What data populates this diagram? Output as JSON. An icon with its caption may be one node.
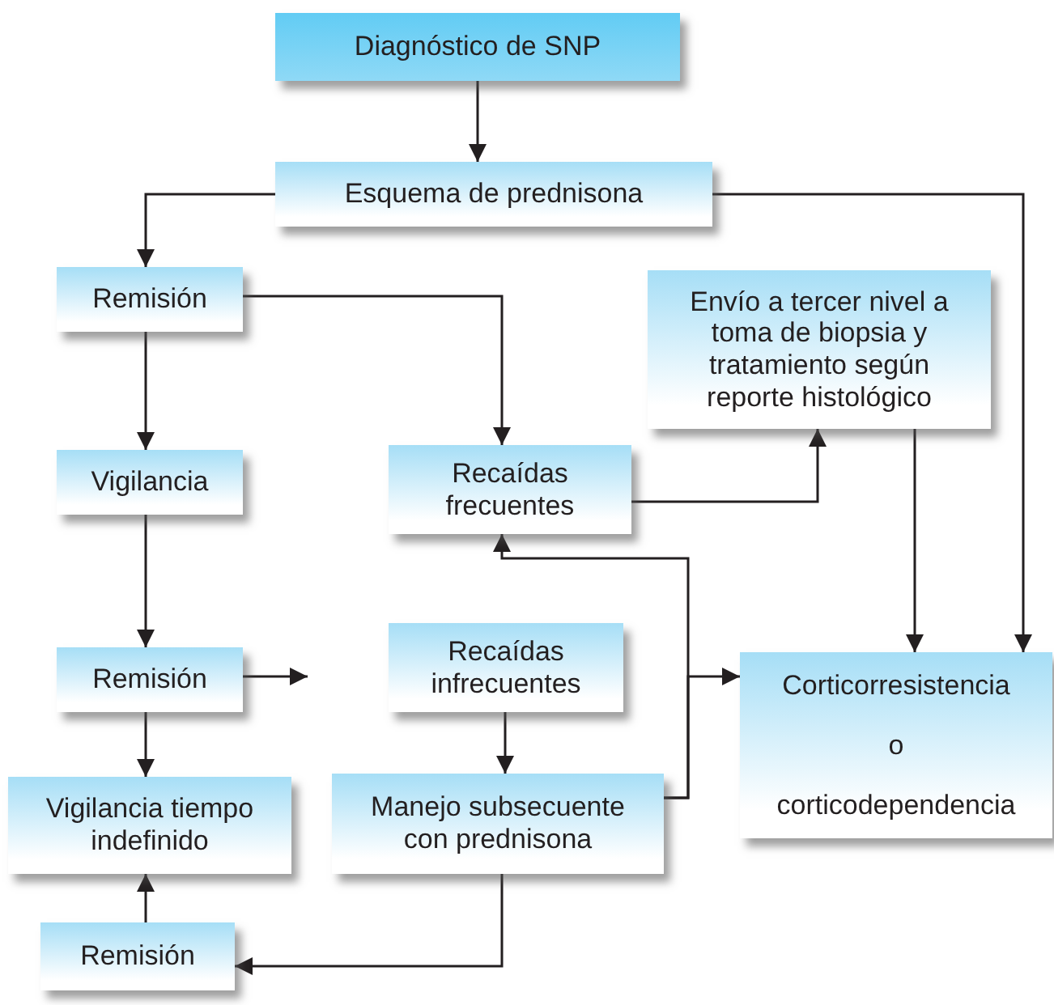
{
  "diagram": {
    "nodes": [
      {
        "text": [
          "Diagnóstico de SNP"
        ]
      },
      {
        "text": [
          "Esquema de prednisona"
        ]
      },
      {
        "text": [
          "Remisión"
        ]
      },
      {
        "text": [
          "Envío a tercer nivel a toma de biopsia y tratamiento según reporte histológico"
        ]
      },
      {
        "text": [
          "Vigilancia"
        ]
      },
      {
        "text": [
          "Recaídas frecuentes"
        ]
      },
      {
        "text": [
          "Remisión"
        ]
      },
      {
        "text": [
          "Recaídas infrecuentes"
        ]
      },
      {
        "text": [
          "Corticorresistencia",
          "o",
          "corticodependencia"
        ]
      },
      {
        "text": [
          "Vigilancia tiempo indefinido"
        ]
      },
      {
        "text": [
          "Manejo subsecuente con prednisona"
        ]
      },
      {
        "text": [
          "Remisión"
        ]
      }
    ],
    "edges": [
      {
        "from": 0,
        "to": 1,
        "arrow": "to"
      },
      {
        "from": 1,
        "to": 2,
        "arrow": "to"
      },
      {
        "from": 1,
        "to": 8,
        "arrow": "to"
      },
      {
        "from": 2,
        "to": 4,
        "arrow": "to"
      },
      {
        "from": 2,
        "to": 5,
        "arrow": "to"
      },
      {
        "from": 5,
        "to": 3,
        "arrow": "to"
      },
      {
        "from": 3,
        "to": 8,
        "arrow": "to"
      },
      {
        "from": 4,
        "to": 6,
        "arrow": "to"
      },
      {
        "from": 6,
        "to": null,
        "arrow": "to"
      },
      {
        "from": 6,
        "to": 9,
        "arrow": "to"
      },
      {
        "from": 7,
        "to": 10,
        "arrow": "to"
      },
      {
        "from": 10,
        "to": 5,
        "arrow": "to"
      },
      {
        "from": 10,
        "to": 8,
        "arrow": "to"
      },
      {
        "from": 10,
        "to": 11,
        "arrow": "to"
      },
      {
        "from": 11,
        "to": 9,
        "arrow": "to"
      }
    ]
  }
}
